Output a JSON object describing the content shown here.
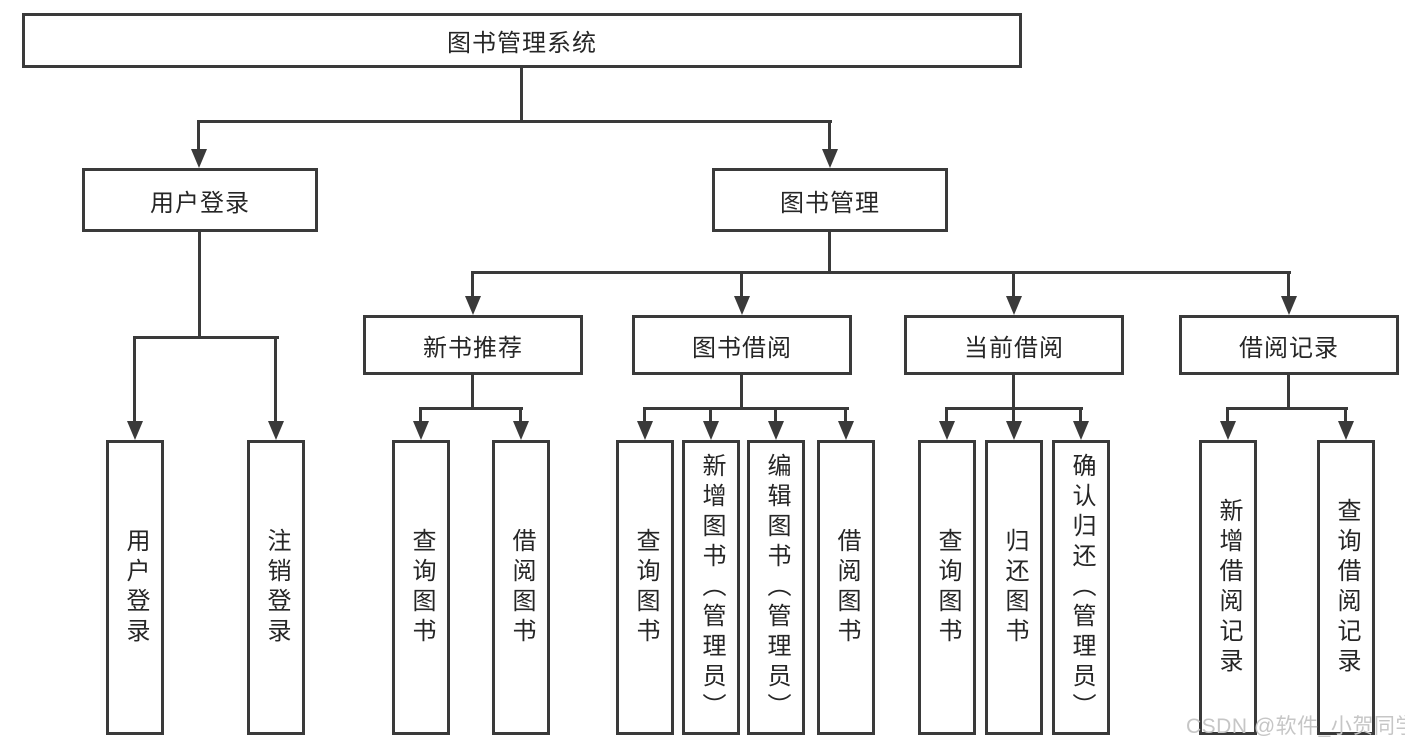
{
  "tree": {
    "label": "图书管理系统",
    "children": [
      {
        "label": "用户登录",
        "children": [
          {
            "label": "用户登录"
          },
          {
            "label": "注销登录"
          }
        ]
      },
      {
        "label": "图书管理",
        "children": [
          {
            "label": "新书推荐",
            "children": [
              {
                "label": "查询图书"
              },
              {
                "label": "借阅图书"
              }
            ]
          },
          {
            "label": "图书借阅",
            "children": [
              {
                "label": "查询图书"
              },
              {
                "label": "新增图书（管理员）"
              },
              {
                "label": "编辑图书（管理员）"
              },
              {
                "label": "借阅图书"
              }
            ]
          },
          {
            "label": "当前借阅",
            "children": [
              {
                "label": "查询图书"
              },
              {
                "label": "归还图书"
              },
              {
                "label": "确认归还（管理员）"
              }
            ]
          },
          {
            "label": "借阅记录",
            "children": [
              {
                "label": "新增借阅记录"
              },
              {
                "label": "查询借阅记录"
              }
            ]
          }
        ]
      }
    ]
  },
  "watermark": {
    "text": "CSDN @软件_小贺同学"
  },
  "colors": {
    "line": "#3a3a3a",
    "text": "#262626",
    "watermark": "#c6c6c6",
    "background": "#ffffff"
  }
}
